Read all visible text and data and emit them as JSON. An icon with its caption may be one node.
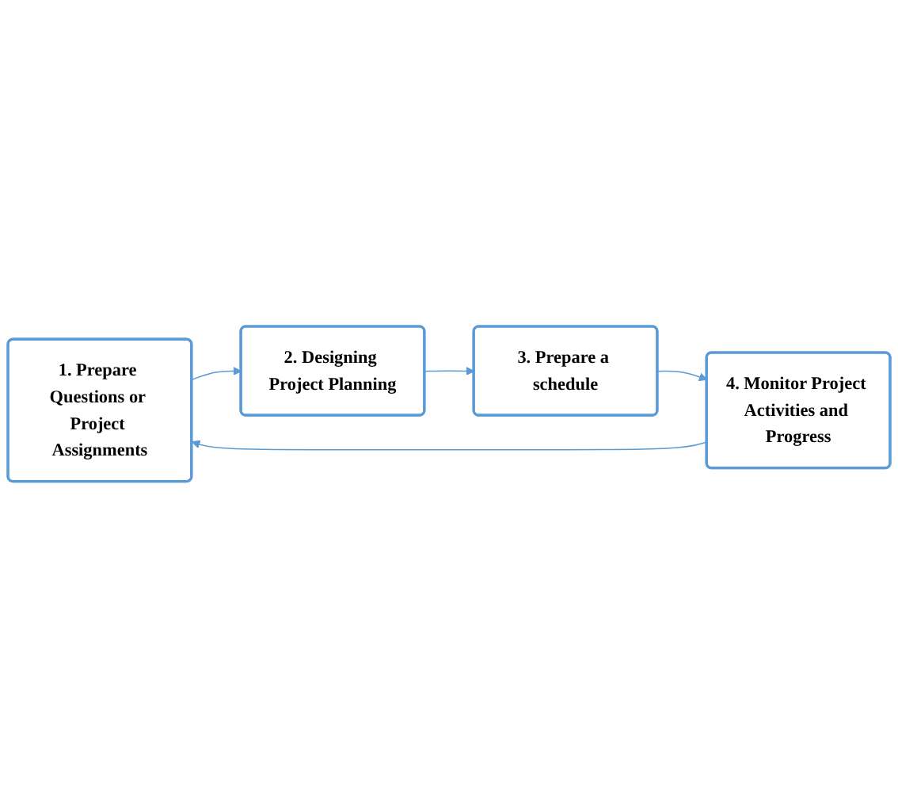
{
  "diagram": {
    "nodes": [
      {
        "text": [
          "1. Prepare Questions or Project Assignments"
        ]
      },
      {
        "text": [
          "2. Designing Project Planning"
        ]
      },
      {
        "text": [
          "3. Prepare a schedule"
        ]
      },
      {
        "text": [
          "4. Monitor Project Activities and Progress"
        ]
      }
    ],
    "edges": [
      {
        "from": 0,
        "to": 1,
        "arrow": "to"
      },
      {
        "from": 1,
        "to": 2,
        "arrow": "to"
      },
      {
        "from": 2,
        "to": 3,
        "arrow": "to"
      },
      {
        "from": 3,
        "to": 0,
        "arrow": "to"
      }
    ]
  }
}
